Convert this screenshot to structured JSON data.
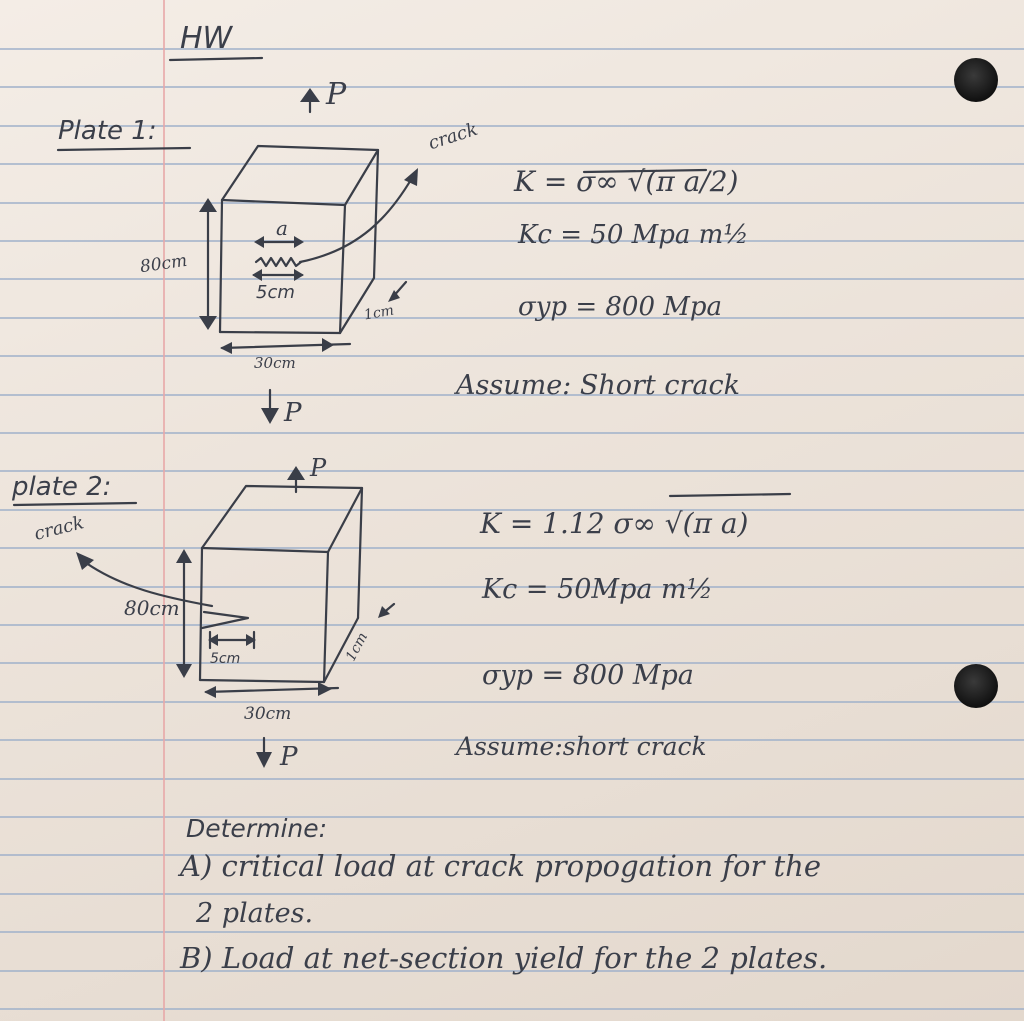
{
  "page": {
    "colors": {
      "ink": "#3b3f4a",
      "rule": "#9fb0c9",
      "margin": "#e7a8a8",
      "paper": "#efe7de"
    }
  },
  "header": {
    "title": "HW"
  },
  "plate1": {
    "heading": "Plate 1:",
    "load_top": "P",
    "load_bottom": "P",
    "crack_label": "crack",
    "crack_a": "a",
    "height": "80cm",
    "crack_width": "5cm",
    "thickness": "1cm",
    "width": "30cm",
    "eq_k": "K = σ∞ √(π a/2)",
    "eq_kc": "Kc = 50 Mpa m½",
    "eq_syp": "σyp = 800 Mpa",
    "assume": "Assume: Short crack"
  },
  "plate2": {
    "heading": "plate 2:",
    "load_top": "P",
    "load_bottom": "P",
    "crack_label": "crack",
    "height": "80cm",
    "crack_width": "5cm",
    "thickness": "1cm",
    "width": "30cm",
    "eq_k": "K = 1.12 σ∞ √(π a)",
    "eq_kc": "Kc = 50Mpa m½",
    "eq_syp": "σyp = 800 Mpa",
    "assume": "Assume:short crack"
  },
  "determine": {
    "heading": "Determine:",
    "a_line1": "A) critical load at crack propogation for the",
    "a_line2": "2 plates.",
    "b_line": "B) Load at net-section yield for the 2 plates."
  }
}
